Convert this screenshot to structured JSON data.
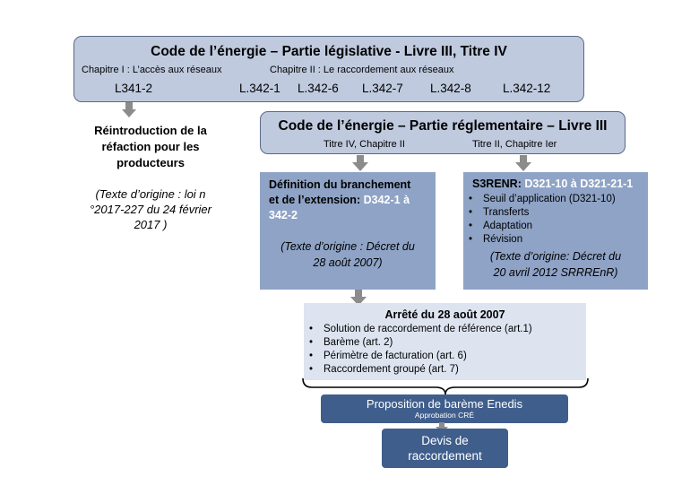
{
  "top": {
    "title": "Code de l’énergie – Partie législative - Livre III, Titre IV",
    "chap1": "Chapitre I : L’accès aux réseaux",
    "chap2": "Chapitre II : Le raccordement aux réseaux",
    "codes": [
      "L341-2",
      "L.342-1",
      "L.342-6",
      "L.342-7",
      "L.342-8",
      "L.342-12"
    ]
  },
  "left_note": {
    "line1": "Réintroduction de la",
    "line2": "réfaction pour les",
    "line3": "producteurs",
    "origin1": "(Texte d’origine : loi n",
    "origin2": "°2017-227 du 24 février",
    "origin3": "2017 )"
  },
  "reg": {
    "title": "Code de l’énergie – Partie réglementaire – Livre III",
    "sub1": "Titre IV, Chapitre II",
    "sub2": "Titre II, Chapitre Ier"
  },
  "def_box": {
    "line1": "Définition du branchement",
    "line2a": "et de l’extension: ",
    "line2b": "D342-1 à",
    "line3": "342-2",
    "origin1": "(Texte d’origine : Décret du",
    "origin2": "28 août 2007)"
  },
  "s3_box": {
    "title_a": "S3RENR: ",
    "title_b": "D321-10 à D321-21-1",
    "items": [
      "Seuil d’application (D321-10)",
      "Transferts",
      "Adaptation",
      "Révision"
    ],
    "origin1": "(Texte d’origine: Décret du",
    "origin2": "20 avril 2012 SRRREnR)"
  },
  "arrete": {
    "title": "Arrêté du 28 août 2007",
    "items": [
      "Solution de raccordement de référence (art.1)",
      "Barème (art. 2)",
      "Périmètre de facturation (art. 6)",
      "Raccordement groupé (art. 7)"
    ]
  },
  "proposition": {
    "title": "Proposition de barème Enedis",
    "sub": "Approbation CRÉ"
  },
  "devis": {
    "line1": "Devis de",
    "line2": "raccordement"
  }
}
